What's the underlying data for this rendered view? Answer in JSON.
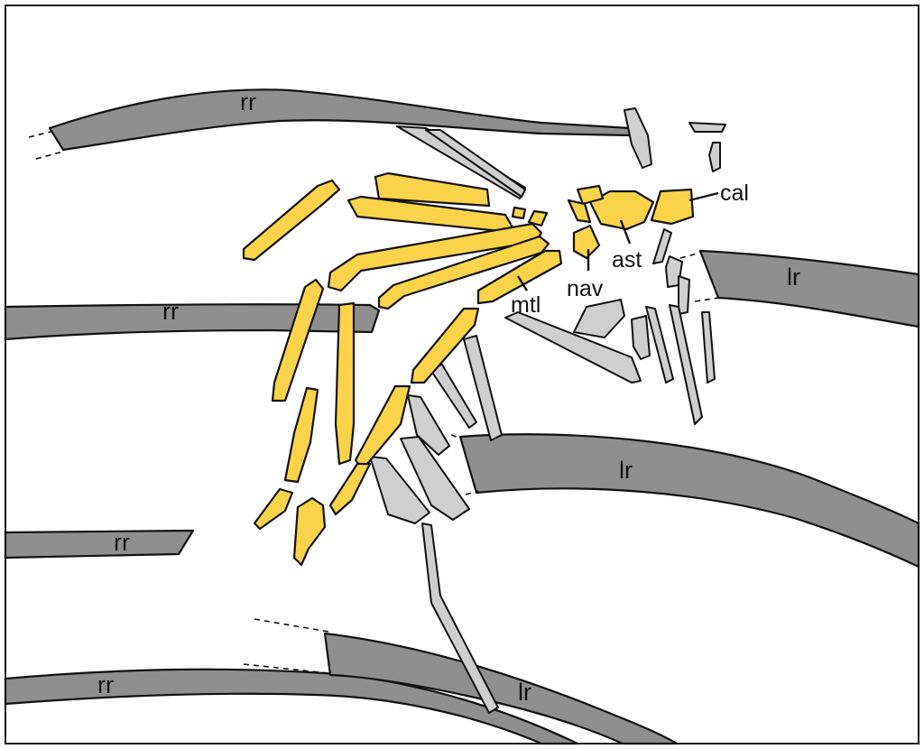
{
  "colors": {
    "rib_fill": "#8f8f8f",
    "tarsal_fill": "#fbd34a",
    "light_fill": "#cfcfcf",
    "outline": "#111111"
  },
  "labels": {
    "rr": "rr",
    "lr": "lr",
    "cal": "cal",
    "ast": "ast",
    "nav": "nav",
    "mtl": "mtl"
  }
}
